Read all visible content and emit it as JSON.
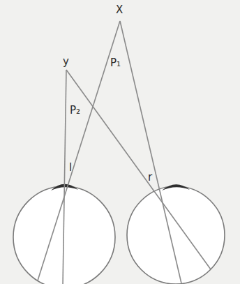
{
  "diagram": {
    "labels": [
      "X",
      "y",
      "P₁",
      "P₂",
      "l",
      "r"
    ]
  }
}
